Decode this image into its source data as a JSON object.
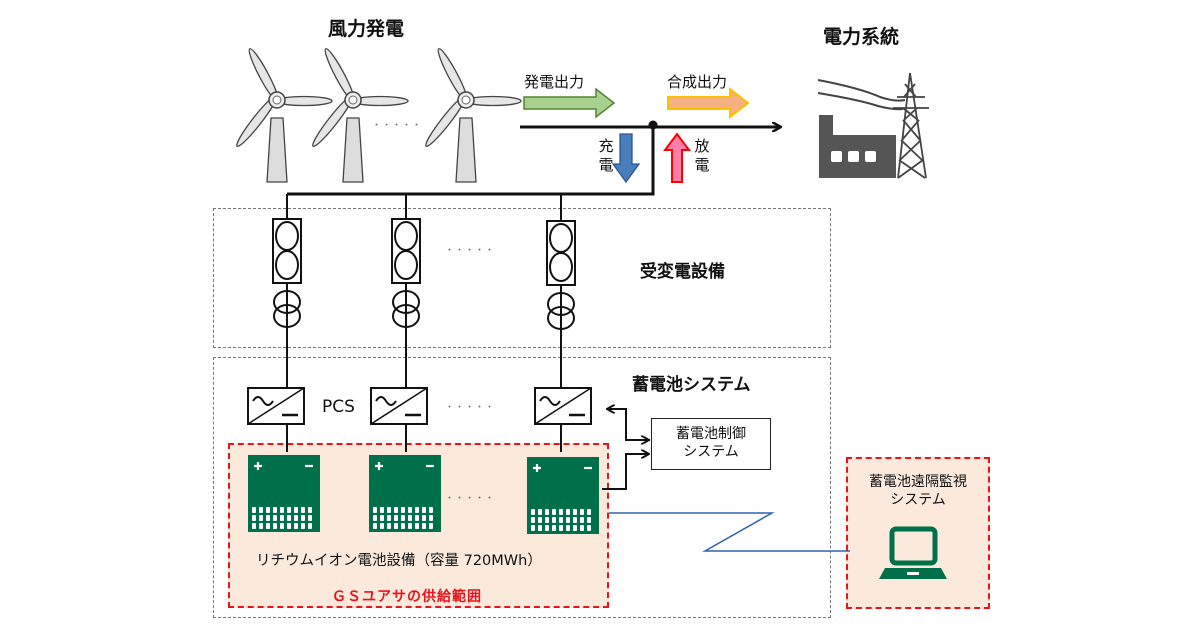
{
  "titles": {
    "wind": "風力発電",
    "grid": "電力系統",
    "substation": "受変電設備",
    "battery_system": "蓄電池システム"
  },
  "flows": {
    "generation_output": "発電出力",
    "combined_output": "合成出力",
    "charge": "充電",
    "discharge": "放電"
  },
  "colors": {
    "generation_arrow": "#a9d18e",
    "combined_arrow": "#f4b183",
    "combined_arrow_border": "#ffc000",
    "charge_arrow": "#4a7ebb",
    "discharge_arrow": "#ff7fa8",
    "discharge_arrow_border": "#ff0000",
    "battery_green": "#00704a",
    "scope_red": "#e8141b",
    "scope_fill": "#fbe9dc",
    "comm_line": "#2e62b0",
    "factory_gray": "#555555"
  },
  "pcs_label": "PCS",
  "ellipsis": "・・・・・",
  "control_system": {
    "line1": "蓄電池制御",
    "line2": "システム"
  },
  "battery_caption": "リチウムイオン電池設備（容量 720MWh）",
  "supply_scope": "ＧＳユアサの供給範囲",
  "remote_monitoring": {
    "line1": "蓄電池遠隔監視",
    "line2": "システム"
  },
  "battery_terminals": {
    "plus": "+",
    "minus": "−"
  }
}
